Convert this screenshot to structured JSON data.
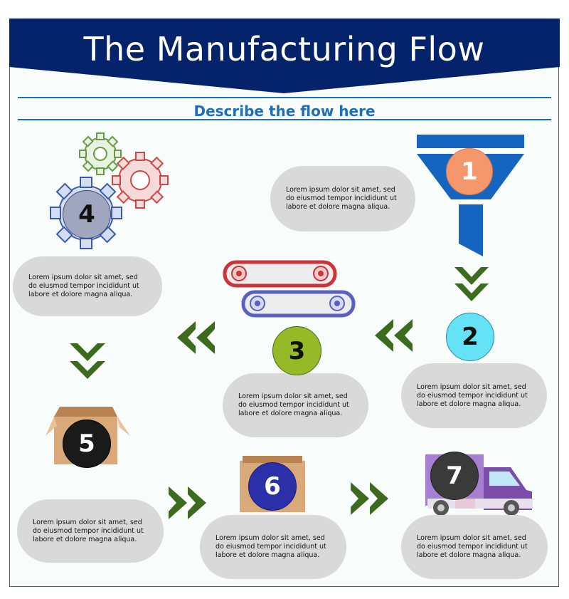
{
  "title": "The Manufacturing Flow",
  "subtitle": "Describe the flow here",
  "steps": [
    {
      "number": "1",
      "text": "Lorem ipsum dolor sit amet, sed do eiusmod tempor incididunt ut labore et dolore magna aliqua.",
      "icon": "funnel-icon",
      "color": "#f4976c"
    },
    {
      "number": "2",
      "text": "Lorem ipsum dolor sit amet, sed do eiusmod tempor incididunt ut labore et dolore magna aliqua.",
      "icon": "none",
      "color": "#64e3f6"
    },
    {
      "number": "3",
      "text": "Lorem ipsum dolor sit amet, sed do eiusmod tempor incididunt ut labore et dolore magna aliqua.",
      "icon": "conveyor-belt-icon",
      "color": "#95b927"
    },
    {
      "number": "4",
      "text": "Lorem ipsum dolor sit amet, sed do eiusmod tempor incididunt ut labore et dolore magna aliqua.",
      "icon": "gears-icon",
      "color": "#a0a6bd"
    },
    {
      "number": "5",
      "text": "Lorem ipsum dolor sit amet, sed do eiusmod tempor incididunt ut labore et dolore magna aliqua.",
      "icon": "open-box-icon",
      "color": "#1a1a1a"
    },
    {
      "number": "6",
      "text": "Lorem ipsum dolor sit amet, sed do eiusmod tempor incididunt ut labore et dolore magna aliqua.",
      "icon": "closed-box-icon",
      "color": "#2b2fa8"
    },
    {
      "number": "7",
      "text": "Lorem ipsum dolor sit amet, sed do eiusmod tempor incididunt ut labore et dolore magna aliqua.",
      "icon": "delivery-truck-icon",
      "color": "#3a3a3a"
    }
  ],
  "colors": {
    "header": "#05236a",
    "accent_line": "#1f6fb8",
    "arrow": "#3d6b1e",
    "pill": "#d9d9d9",
    "funnel": "#1565c0"
  }
}
